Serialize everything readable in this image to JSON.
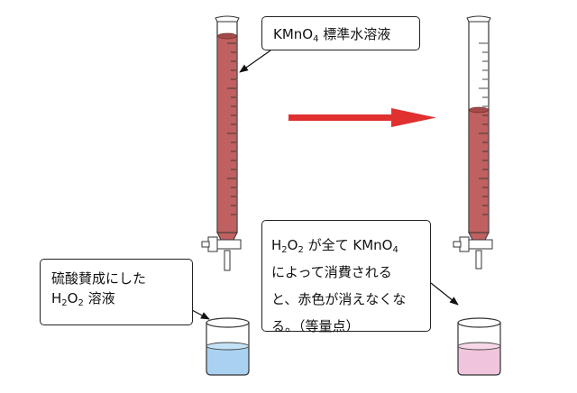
{
  "labels": {
    "kmno4": {
      "pre": "KMnO",
      "sub": "4",
      "post": " 標準水溶液"
    },
    "h2o2": {
      "line1": "硫酸賛成にした",
      "line2": {
        "a": "H",
        "s1": "2",
        "b": "O",
        "s2": "2",
        "c": " 溶液"
      }
    },
    "endpoint": {
      "line1": {
        "a": "H",
        "s1": "2",
        "b": "O",
        "s2": "2",
        "c": " が全て KMnO",
        "s3": "4"
      },
      "line2": "によって消費される",
      "line3": "と、赤色が消えなくなる。（等量点）"
    }
  },
  "colors": {
    "permanganate": "#c06060",
    "permanganate_dark": "#8f3c3c",
    "arrow": "#e03030",
    "solution_blue": "#a9d2f0",
    "solution_pink": "#f0c4dc"
  },
  "burette_levels": {
    "before": "full",
    "after": "lowered"
  }
}
